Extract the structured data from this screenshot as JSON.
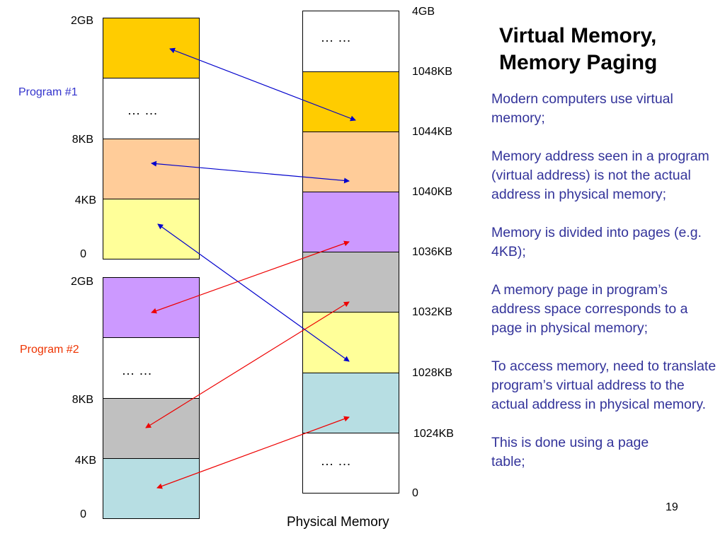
{
  "title": {
    "line1": "Virtual Memory,",
    "line2": "Memory Paging"
  },
  "ellipsis": "… …",
  "colors": {
    "orange": "#ffcc00",
    "white": "#ffffff",
    "peach": "#ffcc99",
    "yellow": "#ffff99",
    "purple": "#cc99ff",
    "gray": "#c0c0c0",
    "cyan": "#b7dee3",
    "blue_arrow": "#0000cc",
    "red_arrow": "#ee0000",
    "program1": "#3333cc",
    "program2": "#ee3300"
  },
  "program1": {
    "label": "Program #1",
    "addresses": [
      "2GB",
      "8KB",
      "4KB",
      "0"
    ]
  },
  "program2": {
    "label": "Program #2",
    "addresses": [
      "2GB",
      "8KB",
      "4KB",
      "0"
    ]
  },
  "physical": {
    "caption": "Physical Memory",
    "addresses": [
      "4GB",
      "1048KB",
      "1044KB",
      "1040KB",
      "1036KB",
      "1032KB",
      "1028KB",
      "1024KB",
      "0"
    ]
  },
  "bullets": [
    "Modern computers use virtual memory;",
    "Memory address seen in a program (virtual address) is not the actual address in physical memory;",
    "Memory is divided into pages (e.g. 4KB);",
    "A memory page in program’s address space corresponds to a page in physical memory;",
    "To access memory, need to translate program’s virtual address to the actual address in physical memory.",
    "This is done using a page table;"
  ],
  "page_number": "19"
}
